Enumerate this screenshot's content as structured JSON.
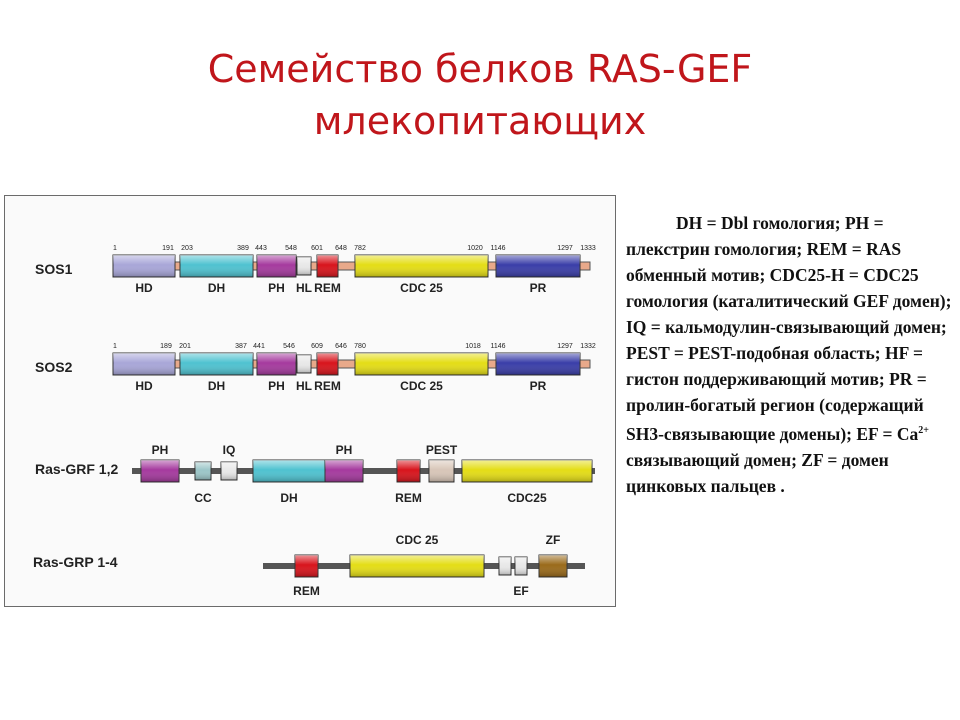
{
  "slide": {
    "title_line1": "Семейство белков RAS-GEF",
    "title_line2": "млекопитающих"
  },
  "colors": {
    "title": "#c0161b",
    "HD": "#a8a6d8",
    "DH": "#4fc2d0",
    "PH": "#a53a9e",
    "HL": "#e8e8e8",
    "REM": "#d8141c",
    "CDC25": "#e4dd16",
    "PR": "#3a3ea8",
    "CC": "#9cc6c8",
    "IQ": "#e8e8e8",
    "PEST": "#d8c6b8",
    "EF": "#e8e8e8",
    "ZF": "#9a6a1a",
    "linker_sos": "#e8a98a",
    "linker_other": "#555555"
  },
  "proteins": [
    {
      "name": "SOS1",
      "linker": "sos",
      "positions": [
        "1",
        "191",
        "203",
        "389",
        "443",
        "548",
        "601",
        "648",
        "782",
        "1020",
        "1146",
        "1297",
        "1333"
      ],
      "domains": [
        {
          "type": "HD",
          "label": "HD"
        },
        {
          "type": "DH",
          "label": "DH"
        },
        {
          "type": "PH",
          "label": "PH"
        },
        {
          "type": "HL",
          "label": "HL"
        },
        {
          "type": "REM",
          "label": "REM"
        },
        {
          "type": "CDC25",
          "label": "CDC 25"
        },
        {
          "type": "PR",
          "label": "PR"
        }
      ]
    },
    {
      "name": "SOS2",
      "linker": "sos",
      "positions": [
        "1",
        "189",
        "201",
        "387",
        "441",
        "546",
        "609",
        "646",
        "780",
        "1018",
        "1146",
        "1297",
        "1332"
      ],
      "domains": [
        {
          "type": "HD",
          "label": "HD"
        },
        {
          "type": "DH",
          "label": "DH"
        },
        {
          "type": "PH",
          "label": "PH"
        },
        {
          "type": "HL",
          "label": "HL"
        },
        {
          "type": "REM",
          "label": "REM"
        },
        {
          "type": "CDC25",
          "label": "CDC 25"
        },
        {
          "type": "PR",
          "label": "PR"
        }
      ]
    },
    {
      "name": "Ras-GRF 1,2",
      "linker": "other",
      "domains": [
        {
          "type": "PH",
          "label": "PH",
          "label_pos": "above"
        },
        {
          "type": "CC",
          "label": "CC",
          "label_pos": "below"
        },
        {
          "type": "IQ",
          "label": "IQ",
          "label_pos": "above"
        },
        {
          "type": "DH",
          "label": "DH",
          "label_pos": "below"
        },
        {
          "type": "PH",
          "label": "PH",
          "label_pos": "above"
        },
        {
          "type": "REM",
          "label": "REM",
          "label_pos": "below"
        },
        {
          "type": "PEST",
          "label": "PEST",
          "label_pos": "above"
        },
        {
          "type": "CDC25",
          "label": "CDC25",
          "label_pos": "below"
        }
      ]
    },
    {
      "name": "Ras-GRP 1-4",
      "linker": "other",
      "domains": [
        {
          "type": "REM",
          "label": "REM",
          "label_pos": "below"
        },
        {
          "type": "CDC25",
          "label": "CDC 25",
          "label_pos": "above"
        },
        {
          "type": "EF",
          "label": "",
          "label_pos": "none"
        },
        {
          "type": "EF",
          "label": "EF",
          "label_pos": "below"
        },
        {
          "type": "ZF",
          "label": "ZF",
          "label_pos": "above"
        }
      ]
    }
  ],
  "legend": {
    "part1": "DH = Dbl  гомология; PH = плекстрин гомология; REM = RAS обменный мотив; CDC25-H = CDC25 гомология (каталитический GEF домен); IQ = кальмодулин-связывающий домен; PEST = PEST-подобная область; HF = гистон поддерживающий мотив; PR = пролин-богатый регион (содержащий SH3-связывающие домены); EF = Ca",
    "sup": "2+",
    "part2": " связывающий домен; ZF = домен цинковых пальцев ."
  }
}
